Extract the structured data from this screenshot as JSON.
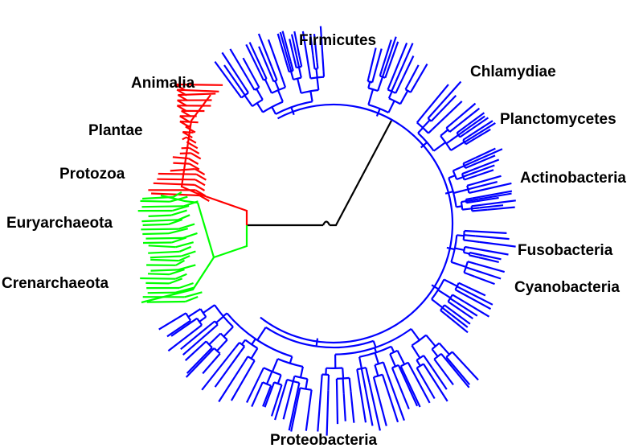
{
  "colors": {
    "bacteria": "#0000ff",
    "eukaryota": "#ff0000",
    "archaea": "#00ff00",
    "root": "#000000"
  },
  "labels": {
    "firmicutes": "Firmicutes",
    "chlamydiae": "Chlamydiae",
    "planctomycetes": "Planctomycetes",
    "actinobacteria": "Actinobacteria",
    "fusobacteria": "Fusobacteria",
    "cyanobacteria": "Cyanobacteria",
    "proteobacteria": "Proteobacteria",
    "animalia": "Animalia",
    "plantae": "Plantae",
    "protozoa": "Protozoa",
    "euryarchaeota": "Euryarchaeota",
    "crenarchaeota": "Crenarchaeota"
  }
}
